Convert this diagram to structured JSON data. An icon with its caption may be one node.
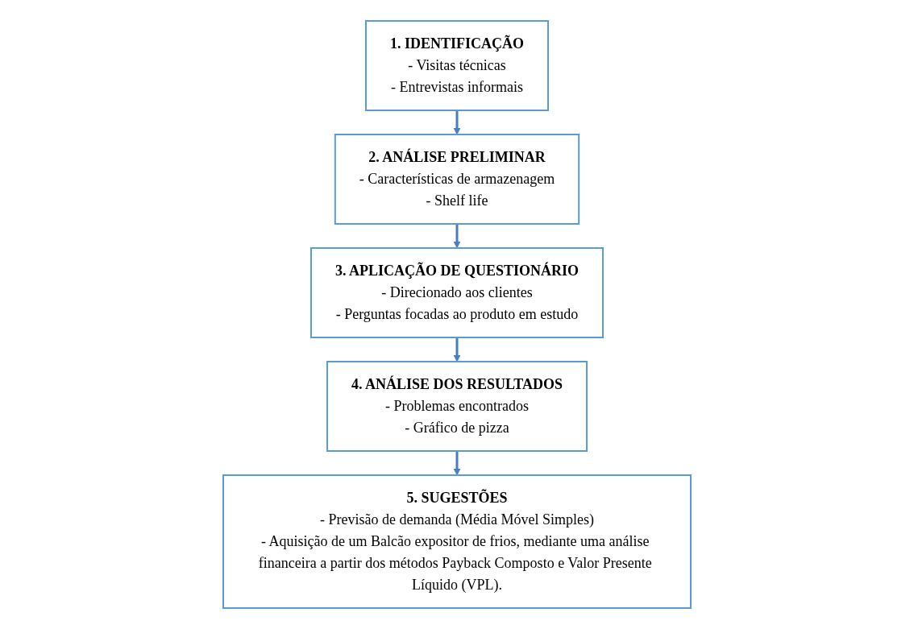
{
  "diagram": {
    "nodes": [
      {
        "text": [
          "1. IDENTIFICAÇÃO",
          "- Visitas técnicas",
          "- Entrevistas informais"
        ]
      },
      {
        "text": [
          "2. ANÁLISE PRELIMINAR",
          "- Características de armazenagem",
          "- Shelf life"
        ]
      },
      {
        "text": [
          "3. APLICAÇÃO DE QUESTIONÁRIO",
          "- Direcionado aos clientes",
          "- Perguntas focadas ao produto em estudo"
        ]
      },
      {
        "text": [
          "4. ANÁLISE DOS RESULTADOS",
          "- Problemas encontrados",
          "- Gráfico de pizza"
        ]
      },
      {
        "text": [
          "5. SUGESTÕES",
          "- Previsão de demanda (Média Móvel Simples)",
          "- Aquisição de um Balcão expositor de frios, mediante uma análise financeira a partir dos métodos Payback Composto e Valor Presente Líquido (VPL)."
        ]
      }
    ],
    "edges": [
      {
        "from": 0,
        "to": 1,
        "arrow": "to"
      },
      {
        "from": 1,
        "to": 2,
        "arrow": "to"
      },
      {
        "from": 2,
        "to": 3,
        "arrow": "to"
      },
      {
        "from": 3,
        "to": 4,
        "arrow": "to"
      }
    ]
  }
}
